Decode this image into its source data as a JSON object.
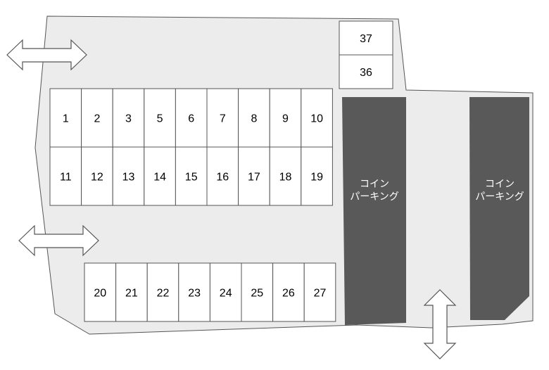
{
  "colors": {
    "lot_fill": "#ececec",
    "lot_stroke": "#555555",
    "slot_fill": "#ffffff",
    "slot_stroke": "#555555",
    "coin_fill": "#595959",
    "coin_text": "#ffffff",
    "arrow_fill": "#ffffff",
    "arrow_stroke": "#555555"
  },
  "top_row": [
    "1",
    "2",
    "3",
    "5",
    "6",
    "7",
    "8",
    "9",
    "10"
  ],
  "middle_row": [
    "11",
    "12",
    "13",
    "14",
    "15",
    "16",
    "17",
    "18",
    "19"
  ],
  "bottom_row": [
    "20",
    "21",
    "22",
    "23",
    "24",
    "25",
    "26",
    "27"
  ],
  "corner_slots": [
    "37",
    "36"
  ],
  "coin_parking": [
    {
      "line1": "コイン",
      "line2": "パーキング"
    },
    {
      "line1": "コイン",
      "line2": "パーキング"
    }
  ],
  "entrances": [
    {
      "direction": "horizontal"
    },
    {
      "direction": "horizontal"
    },
    {
      "direction": "vertical"
    }
  ]
}
